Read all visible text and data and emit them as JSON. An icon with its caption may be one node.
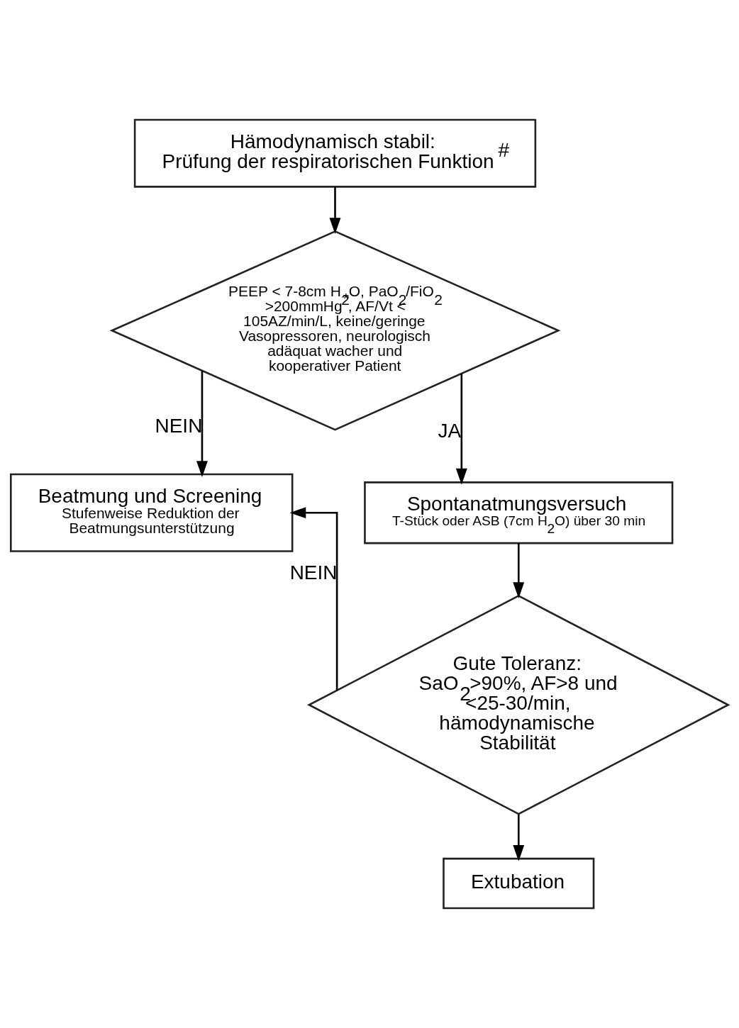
{
  "diagram": {
    "nodes": [
      {
        "text": [
          "Hämodynamisch stabil:",
          "Prüfung der respiratorischen Funktion$^{#}$"
        ]
      },
      {
        "text": [
          "PEEP < 7-8cm H$_{2}$O, PaO$_{2}$/FiO$_{2}$ >200mmHg$^{*}$, AF/Vt < 105AZ/min/L, keine/geringe Vasopressoren, neurologisch adäquat wacher und kooperativer Patient"
        ]
      },
      {
        "text": [
          "Beatmung und Screening",
          "Stufenweise Reduktion der Beatmungsunterstützung"
        ]
      },
      {
        "text": [
          "Spontanatmungsversuch",
          "T-Stück oder ASB (7cm H$_{2}$O) über 30 min"
        ]
      },
      {
        "text": [
          "Gute Toleranz: SaO$_{2}$>90%, AF>8 und <25-30/min, hämodynamische Stabilität"
        ]
      },
      {
        "text": [
          "Extubation"
        ]
      }
    ],
    "edges": [
      {
        "from": 0,
        "to": 1,
        "arrow": "to"
      },
      {
        "from": 1,
        "to": 2,
        "arrow": "to",
        "label": "NEIN"
      },
      {
        "from": 1,
        "to": 3,
        "arrow": "to",
        "label": "JA"
      },
      {
        "from": 3,
        "to": 4,
        "arrow": "to"
      },
      {
        "from": 4,
        "to": 2,
        "arrow": "to",
        "label": "NEIN"
      },
      {
        "from": 4,
        "to": 5,
        "arrow": "to"
      }
    ]
  }
}
